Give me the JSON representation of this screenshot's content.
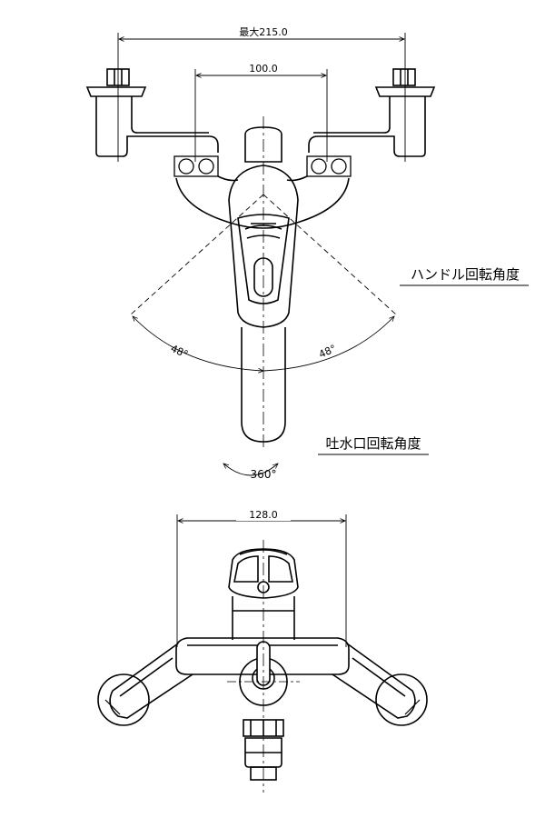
{
  "dimensions": {
    "overall_width": "最大215.0",
    "handle_spacing": "100.0",
    "body_width": "128.0"
  },
  "angles": {
    "left": "48°",
    "right": "48°",
    "spout_rotation": "360°"
  },
  "labels": {
    "handle_rotation": "ハンドル回転角度",
    "spout_rotation": "吐水口回転角度"
  }
}
